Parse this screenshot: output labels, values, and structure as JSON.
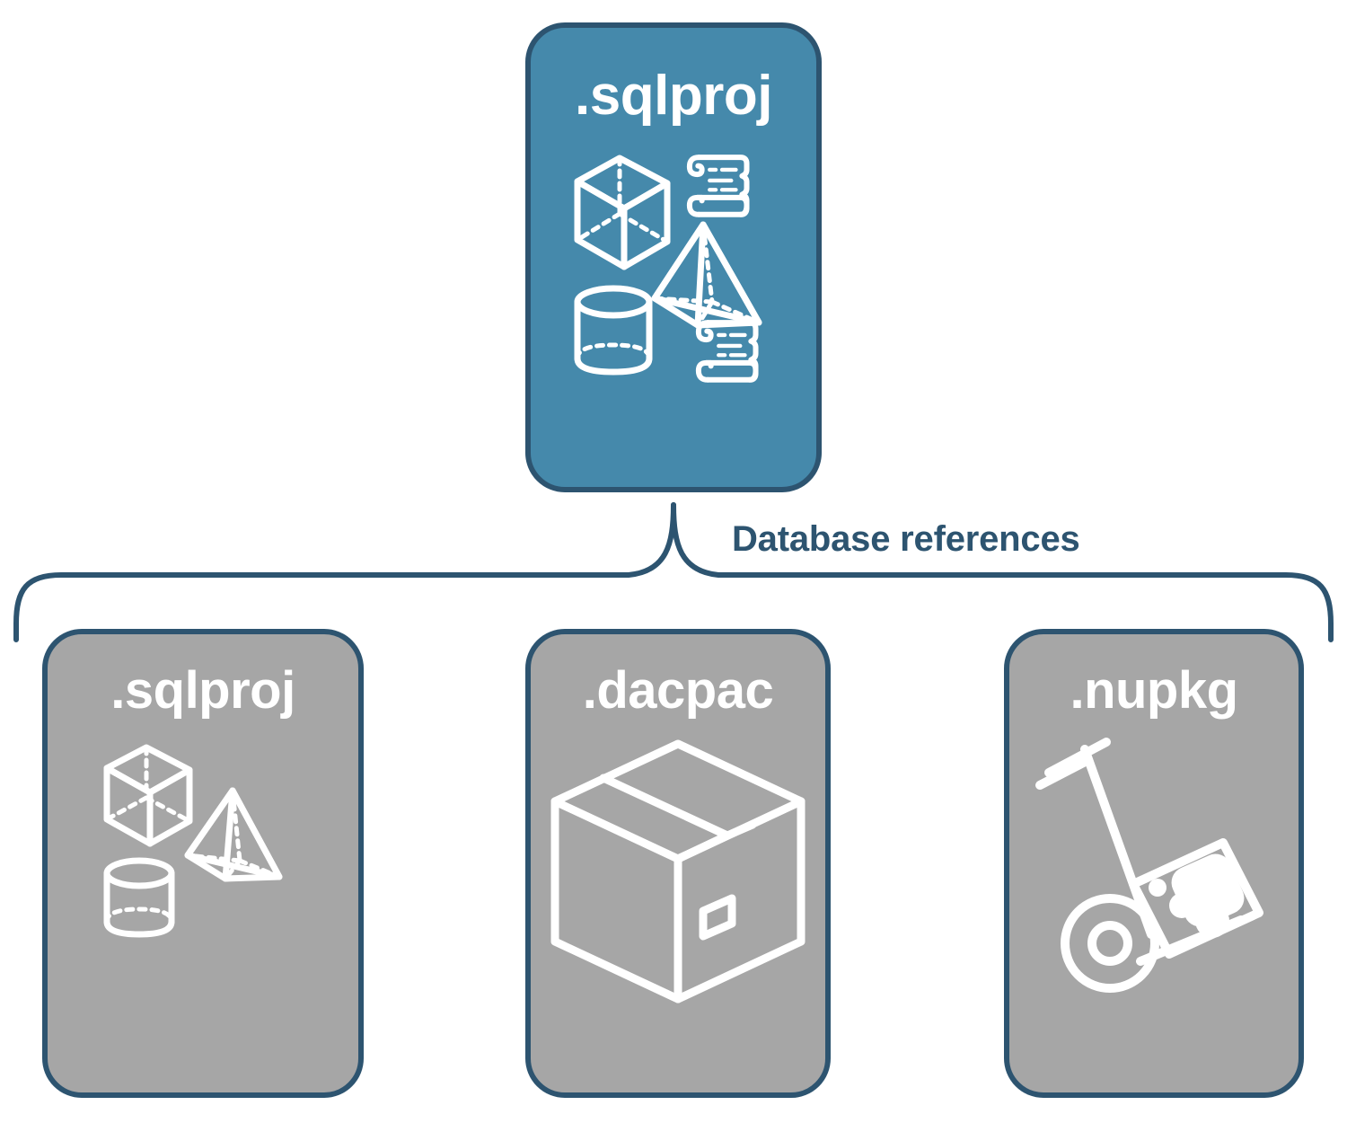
{
  "diagram": {
    "title_text": "Database references",
    "colors": {
      "accent_blue": "#4589ab",
      "outline_navy": "#2d5470",
      "node_grey": "#a6a6a6",
      "icon_white": "#ffffff",
      "background": "#ffffff"
    },
    "root": {
      "label": ".sqlproj",
      "fill": "#4589ab",
      "icons": [
        "cube-icon",
        "pyramid-icon",
        "cylinder-icon",
        "scroll-icon",
        "scroll-icon"
      ]
    },
    "connector": {
      "label": "Database references",
      "type": "curly-bracket",
      "branches": 3
    },
    "children": [
      {
        "label": ".sqlproj",
        "fill": "#a6a6a6",
        "icons": [
          "cube-icon",
          "pyramid-icon",
          "cylinder-icon"
        ]
      },
      {
        "label": ".dacpac",
        "fill": "#a6a6a6",
        "icons": [
          "package-box-icon"
        ]
      },
      {
        "label": ".nupkg",
        "fill": "#a6a6a6",
        "icons": [
          "hand-truck-icon",
          "nuget-package-icon"
        ]
      }
    ]
  }
}
